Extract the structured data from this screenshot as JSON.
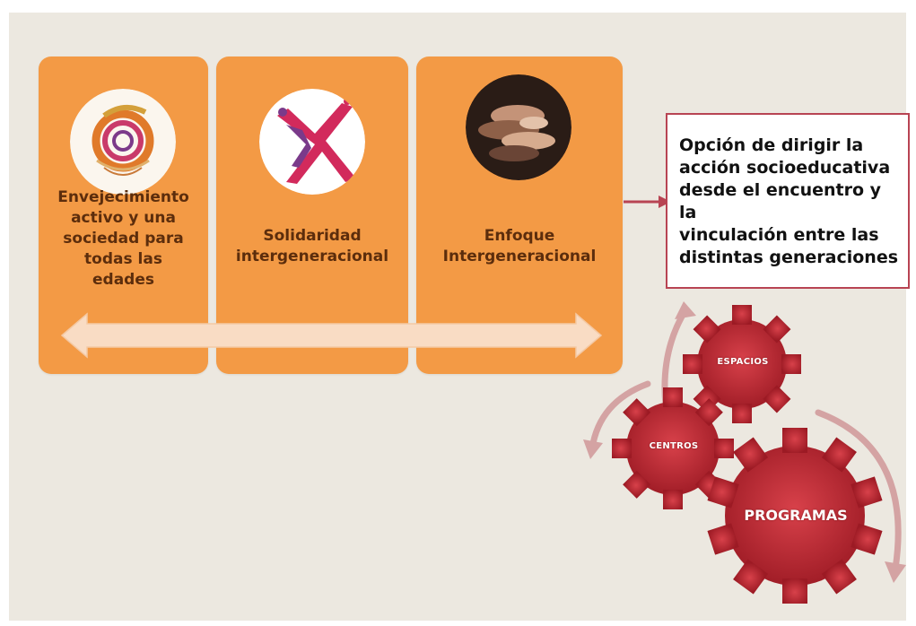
{
  "panels": [
    {
      "text": "Envejecimiento\nactivo y una\nsociedad para\ntodas las\nedades",
      "image": "ageing-logo-icon"
    },
    {
      "text": "Solidaridad\nintergeneracional",
      "image": "solidarity-figures-icon"
    },
    {
      "text": "Enfoque\nIntergeneracional",
      "image": "joined-hands-photo"
    }
  ],
  "callout": {
    "text": "Opción de dirigir la\nacción socioeducativa\ndesde el encuentro  y la\nvinculación entre las\ndistintas generaciones"
  },
  "gears": {
    "espacios": "ESPACIOS",
    "centros": "CENTROS",
    "programas": "PROGRAMAS"
  },
  "colors": {
    "panel": "#f39a45",
    "panel_text": "#5c2d0c",
    "callout_border": "#b84453",
    "gear": "#b3222d",
    "cycle_arrow": "#d4a3a3",
    "double_arrow": "#f9dcc4",
    "background": "#ece8e0"
  }
}
